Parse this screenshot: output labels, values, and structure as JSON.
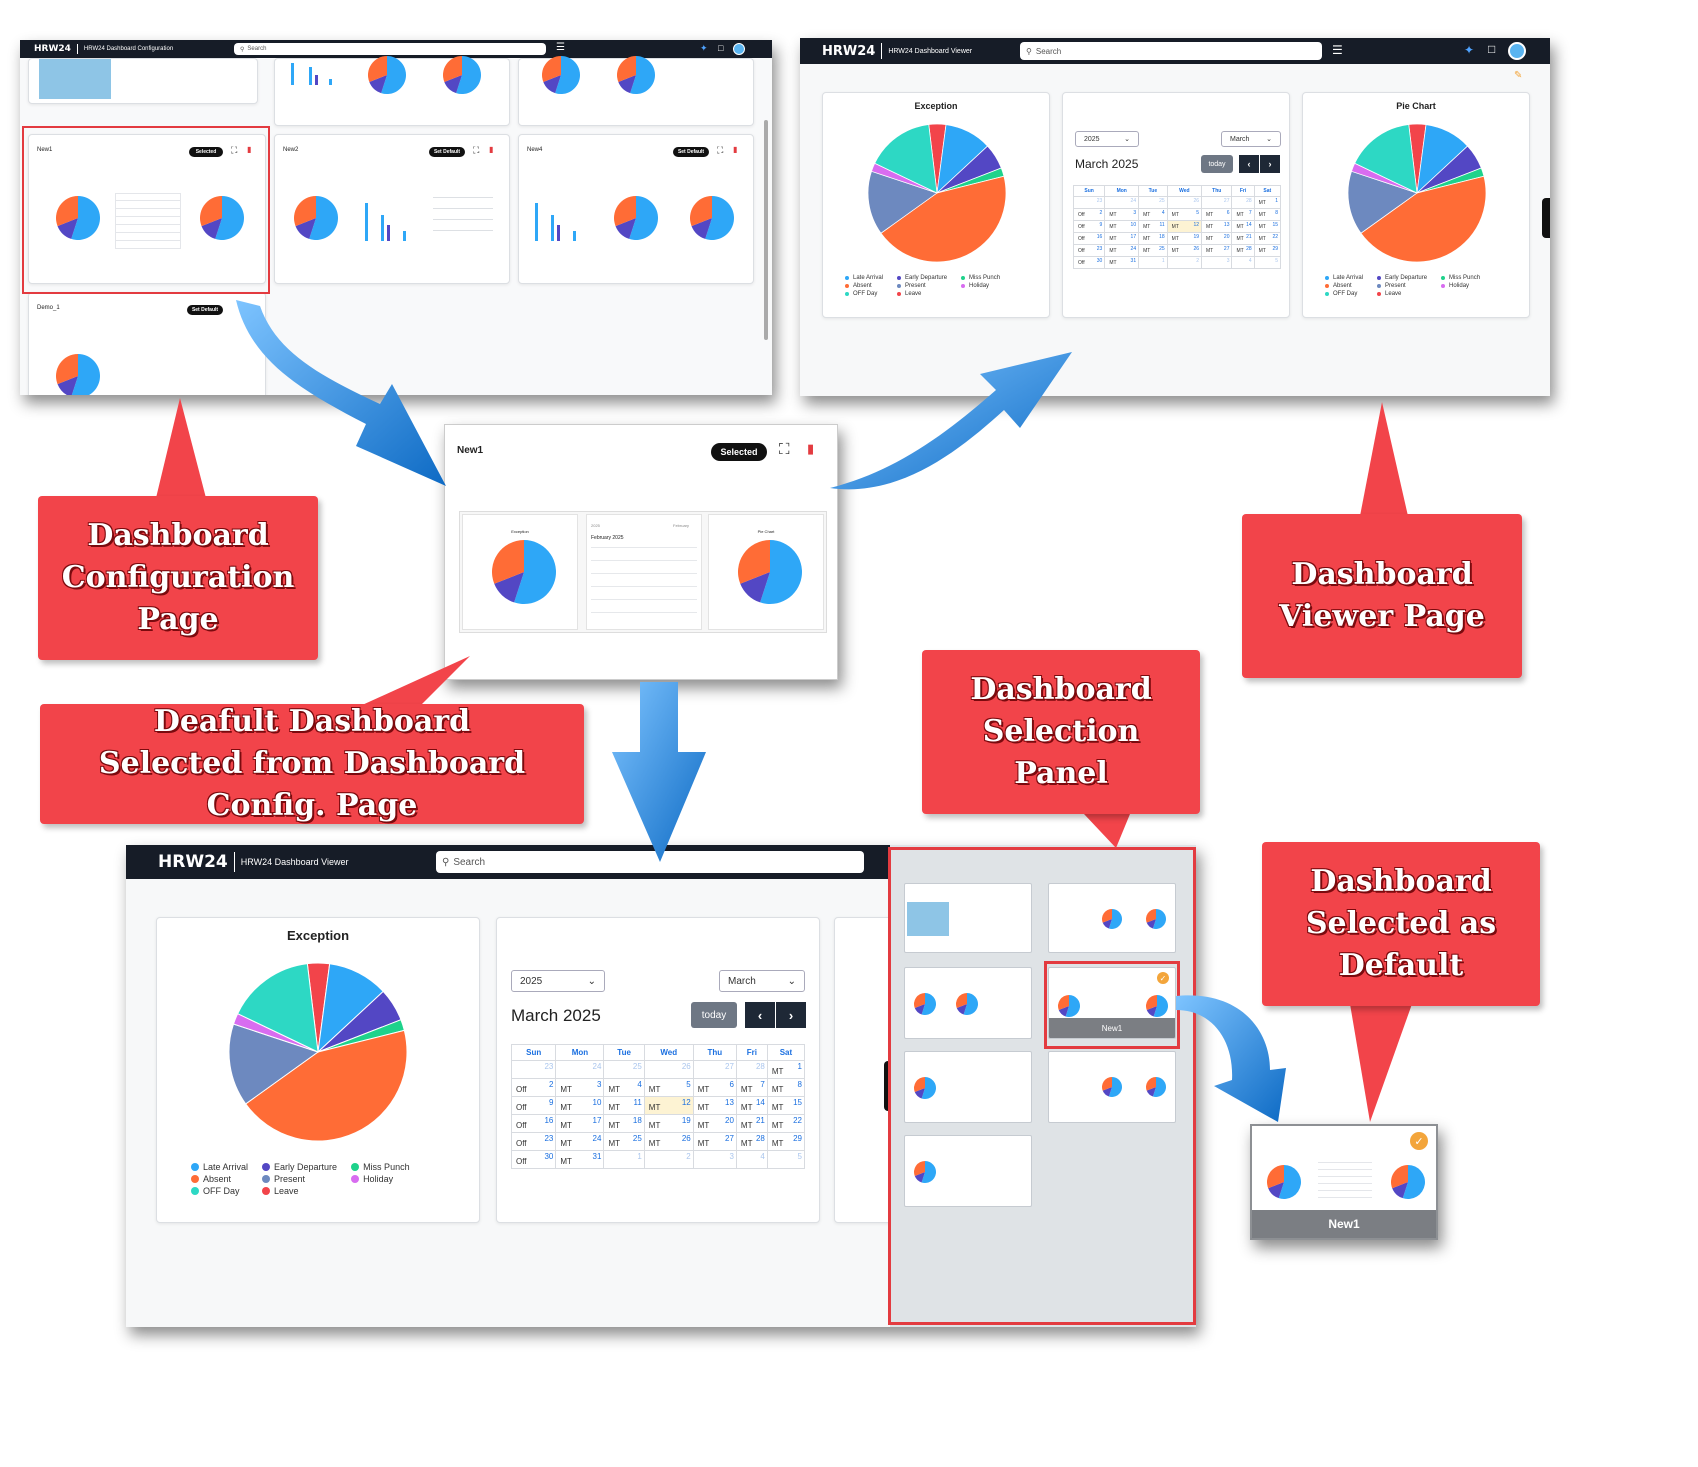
{
  "colors": {
    "late_arrival": "#2ea7f7",
    "early_departure": "#5347c4",
    "miss_punch": "#1ed28b",
    "absent": "#ff6c36",
    "present": "#6d89bf",
    "holiday": "#d86cf0",
    "off_day": "#2dd8c4",
    "leave": "#f2444a",
    "callout": "#f2444a",
    "arrow": "#1b8be0",
    "topbar": "#161c27"
  },
  "config_page": {
    "brand": "HRW24",
    "subtitle": "HRW24 Dashboard Configuration",
    "search_placeholder": "Search",
    "dashboards": [
      {
        "name": "New1",
        "button": "Selected"
      },
      {
        "name": "New2",
        "button": "Set Default"
      },
      {
        "name": "New4",
        "button": "Set Default"
      },
      {
        "name": "Demo_1",
        "button": "Set Default"
      }
    ]
  },
  "viewer_top": {
    "brand": "HRW24",
    "subtitle": "HRW24 Dashboard Viewer",
    "search_placeholder": "Search",
    "exception_title": "Exception",
    "piechart_title": "Pie Chart",
    "calendar": {
      "year": "2025",
      "month": "March",
      "title": "March 2025",
      "today": "today"
    }
  },
  "zoom_card": {
    "name": "New1",
    "button": "Selected",
    "cal_title": "February 2025",
    "cal_year": "2025",
    "cal_month": "February",
    "exception": "Exception",
    "pie": "Pie Chart"
  },
  "viewer_bottom": {
    "brand": "HRW24",
    "subtitle": "HRW24 Dashboard Viewer",
    "search_placeholder": "Search",
    "exception_title": "Exception",
    "calendar": {
      "year": "2025",
      "month": "March",
      "title": "March 2025",
      "today": "today"
    }
  },
  "legend": [
    "Late Arrival",
    "Early Departure",
    "Miss Punch",
    "Absent",
    "Present",
    "Holiday",
    "OFF Day",
    "Leave"
  ],
  "weekdays": [
    "Sun",
    "Mon",
    "Tue",
    "Wed",
    "Thu",
    "Fri",
    "Sat"
  ],
  "calendar_tags": {
    "off": "Off",
    "mt": "MT"
  },
  "selection_panel": {
    "selected_name": "New1"
  },
  "default_badge": {
    "name": "New1"
  },
  "callouts": {
    "config": "Dashboard Configuration Page",
    "viewer": "Dashboard Viewer Page",
    "default_selected": "Deafult Dashboard Selected from Dashboard Config. Page",
    "selection_panel": "Dashboard Selection Panel",
    "selected_default": "Dashboard Selected as Default"
  },
  "chart_data": [
    {
      "type": "pie",
      "title": "Exception",
      "categories": [
        "Late Arrival",
        "Early Departure",
        "Miss Punch",
        "Absent",
        "Present",
        "Holiday",
        "OFF Day",
        "Leave"
      ],
      "values": [
        11,
        6,
        2,
        44,
        15,
        2,
        16,
        4
      ]
    },
    {
      "type": "pie",
      "title": "Pie Chart",
      "categories": [
        "Late Arrival",
        "Early Departure",
        "Miss Punch",
        "Absent",
        "Present",
        "Holiday",
        "OFF Day",
        "Leave"
      ],
      "values": [
        11,
        6,
        2,
        44,
        15,
        2,
        16,
        4
      ]
    }
  ]
}
